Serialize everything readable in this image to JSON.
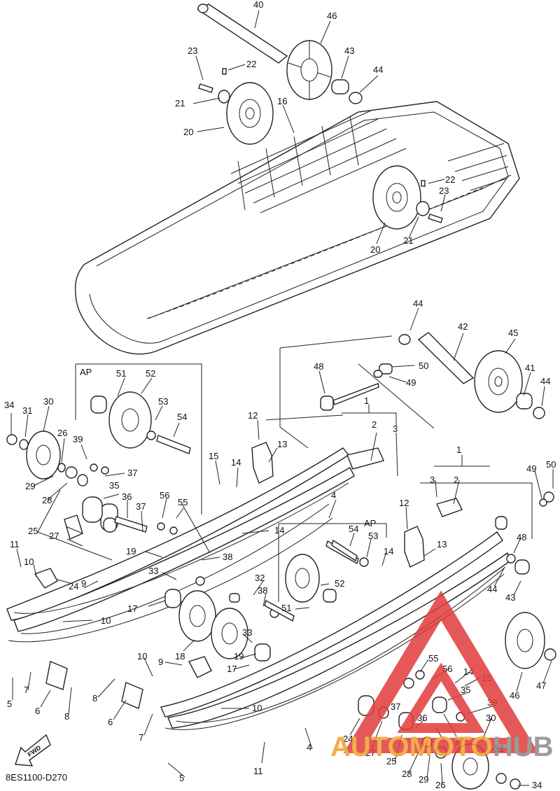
{
  "diagram": {
    "code": "8ES1100-D270",
    "fwd_label": "FWD",
    "box_labels": [
      "AP",
      "AP"
    ],
    "callouts": [
      {
        "id": "c40a",
        "text": "40"
      },
      {
        "id": "c46a",
        "text": "46"
      },
      {
        "id": "c23a",
        "text": "23"
      },
      {
        "id": "c22a",
        "text": "22"
      },
      {
        "id": "c43a",
        "text": "43"
      },
      {
        "id": "c44a",
        "text": "44"
      },
      {
        "id": "c21a",
        "text": "21"
      },
      {
        "id": "c16",
        "text": "16"
      },
      {
        "id": "c20a",
        "text": "20"
      },
      {
        "id": "c22b",
        "text": "22"
      },
      {
        "id": "c23b",
        "text": "23"
      },
      {
        "id": "c20b",
        "text": "20"
      },
      {
        "id": "c21b",
        "text": "21"
      },
      {
        "id": "c44b",
        "text": "44"
      },
      {
        "id": "c42",
        "text": "42"
      },
      {
        "id": "c45",
        "text": "45"
      },
      {
        "id": "c48a",
        "text": "48"
      },
      {
        "id": "c50a",
        "text": "50"
      },
      {
        "id": "c49a",
        "text": "49"
      },
      {
        "id": "c41",
        "text": "41"
      },
      {
        "id": "c44c",
        "text": "44"
      },
      {
        "id": "c1a",
        "text": "1"
      },
      {
        "id": "c2a",
        "text": "2"
      },
      {
        "id": "c3a",
        "text": "3"
      },
      {
        "id": "c51a",
        "text": "51"
      },
      {
        "id": "c52a",
        "text": "52"
      },
      {
        "id": "c53a",
        "text": "53"
      },
      {
        "id": "c54a",
        "text": "54"
      },
      {
        "id": "c34a",
        "text": "34"
      },
      {
        "id": "c31a",
        "text": "31"
      },
      {
        "id": "c30a",
        "text": "30"
      },
      {
        "id": "c26a",
        "text": "26"
      },
      {
        "id": "c39a",
        "text": "39"
      },
      {
        "id": "c29a",
        "text": "29"
      },
      {
        "id": "c28a",
        "text": "28"
      },
      {
        "id": "c37a",
        "text": "37"
      },
      {
        "id": "c35a",
        "text": "35"
      },
      {
        "id": "c36a",
        "text": "36"
      },
      {
        "id": "c37b",
        "text": "37"
      },
      {
        "id": "c56a",
        "text": "56"
      },
      {
        "id": "c55a",
        "text": "55"
      },
      {
        "id": "c12a",
        "text": "12"
      },
      {
        "id": "c13a",
        "text": "13"
      },
      {
        "id": "c15a",
        "text": "15"
      },
      {
        "id": "c14a",
        "text": "14"
      },
      {
        "id": "c4a",
        "text": "4"
      },
      {
        "id": "c14b",
        "text": "14"
      },
      {
        "id": "c1b",
        "text": "1"
      },
      {
        "id": "c3b",
        "text": "3"
      },
      {
        "id": "c2b",
        "text": "2"
      },
      {
        "id": "c49b",
        "text": "49"
      },
      {
        "id": "c50b",
        "text": "50"
      },
      {
        "id": "c25a",
        "text": "25"
      },
      {
        "id": "c11a",
        "text": "11"
      },
      {
        "id": "c27a",
        "text": "27"
      },
      {
        "id": "c19a",
        "text": "19"
      },
      {
        "id": "c38a",
        "text": "38"
      },
      {
        "id": "c10a",
        "text": "10"
      },
      {
        "id": "c24a",
        "text": "24"
      },
      {
        "id": "c9a",
        "text": "9"
      },
      {
        "id": "c33a",
        "text": "33"
      },
      {
        "id": "c32",
        "text": "32"
      },
      {
        "id": "c38b",
        "text": "38"
      },
      {
        "id": "c17a",
        "text": "17"
      },
      {
        "id": "c10b",
        "text": "10"
      },
      {
        "id": "c54b",
        "text": "54"
      },
      {
        "id": "c53b",
        "text": "53"
      },
      {
        "id": "c12b",
        "text": "12"
      },
      {
        "id": "c13b",
        "text": "13"
      },
      {
        "id": "c14c",
        "text": "14"
      },
      {
        "id": "c52b",
        "text": "52"
      },
      {
        "id": "c51b",
        "text": "51"
      },
      {
        "id": "c48b",
        "text": "48"
      },
      {
        "id": "c44d",
        "text": "44"
      },
      {
        "id": "c43b",
        "text": "43"
      },
      {
        "id": "c18",
        "text": "18"
      },
      {
        "id": "c33b",
        "text": "33"
      },
      {
        "id": "c19b",
        "text": "19"
      },
      {
        "id": "c17b",
        "text": "17"
      },
      {
        "id": "c10c",
        "text": "10"
      },
      {
        "id": "c9b",
        "text": "9"
      },
      {
        "id": "c5a",
        "text": "5"
      },
      {
        "id": "c7a",
        "text": "7"
      },
      {
        "id": "c6a",
        "text": "6"
      },
      {
        "id": "c8a",
        "text": "8"
      },
      {
        "id": "c8b",
        "text": "8"
      },
      {
        "id": "c6b",
        "text": "6"
      },
      {
        "id": "c7b",
        "text": "7"
      },
      {
        "id": "c10d",
        "text": "10"
      },
      {
        "id": "c55b",
        "text": "55"
      },
      {
        "id": "c56b",
        "text": "56"
      },
      {
        "id": "c14d",
        "text": "14"
      },
      {
        "id": "c15b",
        "text": "15"
      },
      {
        "id": "c35b",
        "text": "35"
      },
      {
        "id": "c39b",
        "text": "39"
      },
      {
        "id": "c46b",
        "text": "46"
      },
      {
        "id": "c47",
        "text": "47"
      },
      {
        "id": "c37c",
        "text": "37"
      },
      {
        "id": "c36b",
        "text": "36"
      },
      {
        "id": "c30b",
        "text": "30"
      },
      {
        "id": "c24b",
        "text": "24"
      },
      {
        "id": "c27b",
        "text": "27"
      },
      {
        "id": "c37d",
        "text": "37"
      },
      {
        "id": "c25b",
        "text": "25"
      },
      {
        "id": "c31b",
        "text": "31"
      },
      {
        "id": "c4b",
        "text": "4"
      },
      {
        "id": "c11b",
        "text": "11"
      },
      {
        "id": "c28b",
        "text": "28"
      },
      {
        "id": "c29b",
        "text": "29"
      },
      {
        "id": "c26b",
        "text": "26"
      },
      {
        "id": "c34b",
        "text": "34"
      },
      {
        "id": "c5b",
        "text": "5"
      }
    ]
  },
  "watermark": {
    "prefix": "AUTOMOTO",
    "suffix": "HUB",
    "prefix_color": "#f0a030",
    "suffix_color": "#8a8a8a",
    "triangle_color": "#e23b3b"
  }
}
